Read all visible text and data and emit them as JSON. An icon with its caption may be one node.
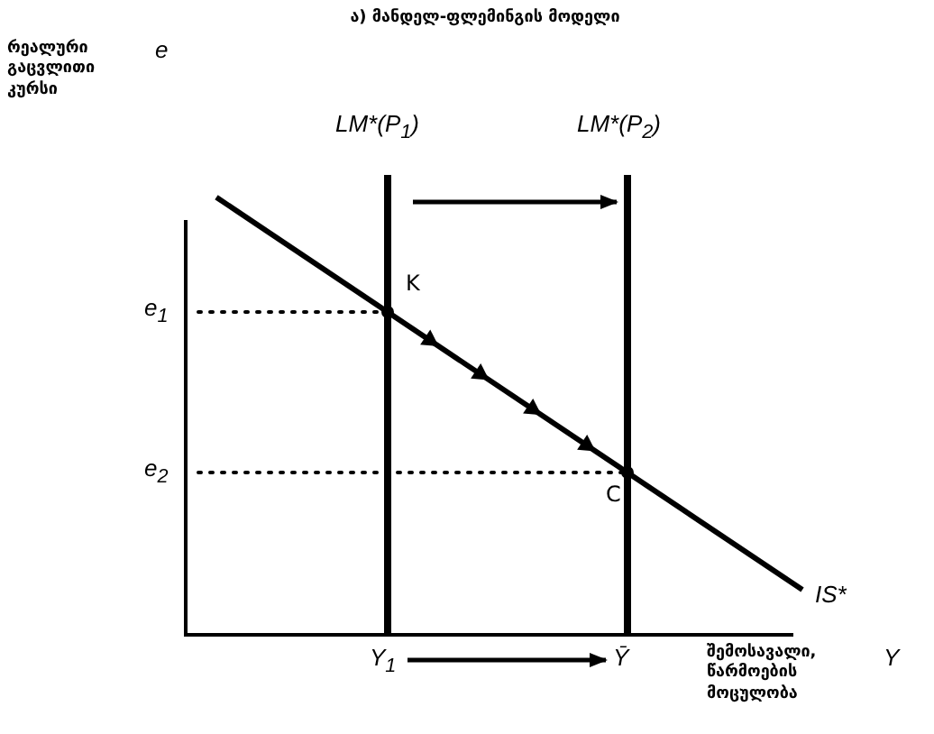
{
  "diagram": {
    "title": "ა) მანდელ-ფლემინგის მოდელი",
    "nodes": [
      {
        "text": [
          "Y$_{1}$"
        ]
      },
      {
        "text": [
          "Ȳ"
        ]
      },
      {
        "text": [
          "LM*(P$_{1}$)"
        ]
      },
      {
        "text": [
          "LM*(P$_{2}$)"
        ]
      }
    ],
    "edges": [
      {
        "from": 0,
        "to": 1,
        "arrow": "to"
      },
      {
        "from": 2,
        "to": 3,
        "arrow": "to"
      }
    ],
    "labels": [
      "რეალური გაცვლითი კურსი",
      "e",
      "K",
      "e$_{1}$",
      "e$_{2}$",
      "C",
      "IS*",
      "შემოსავალი, წარმოების მოცულობა",
      "Y"
    ]
  }
}
